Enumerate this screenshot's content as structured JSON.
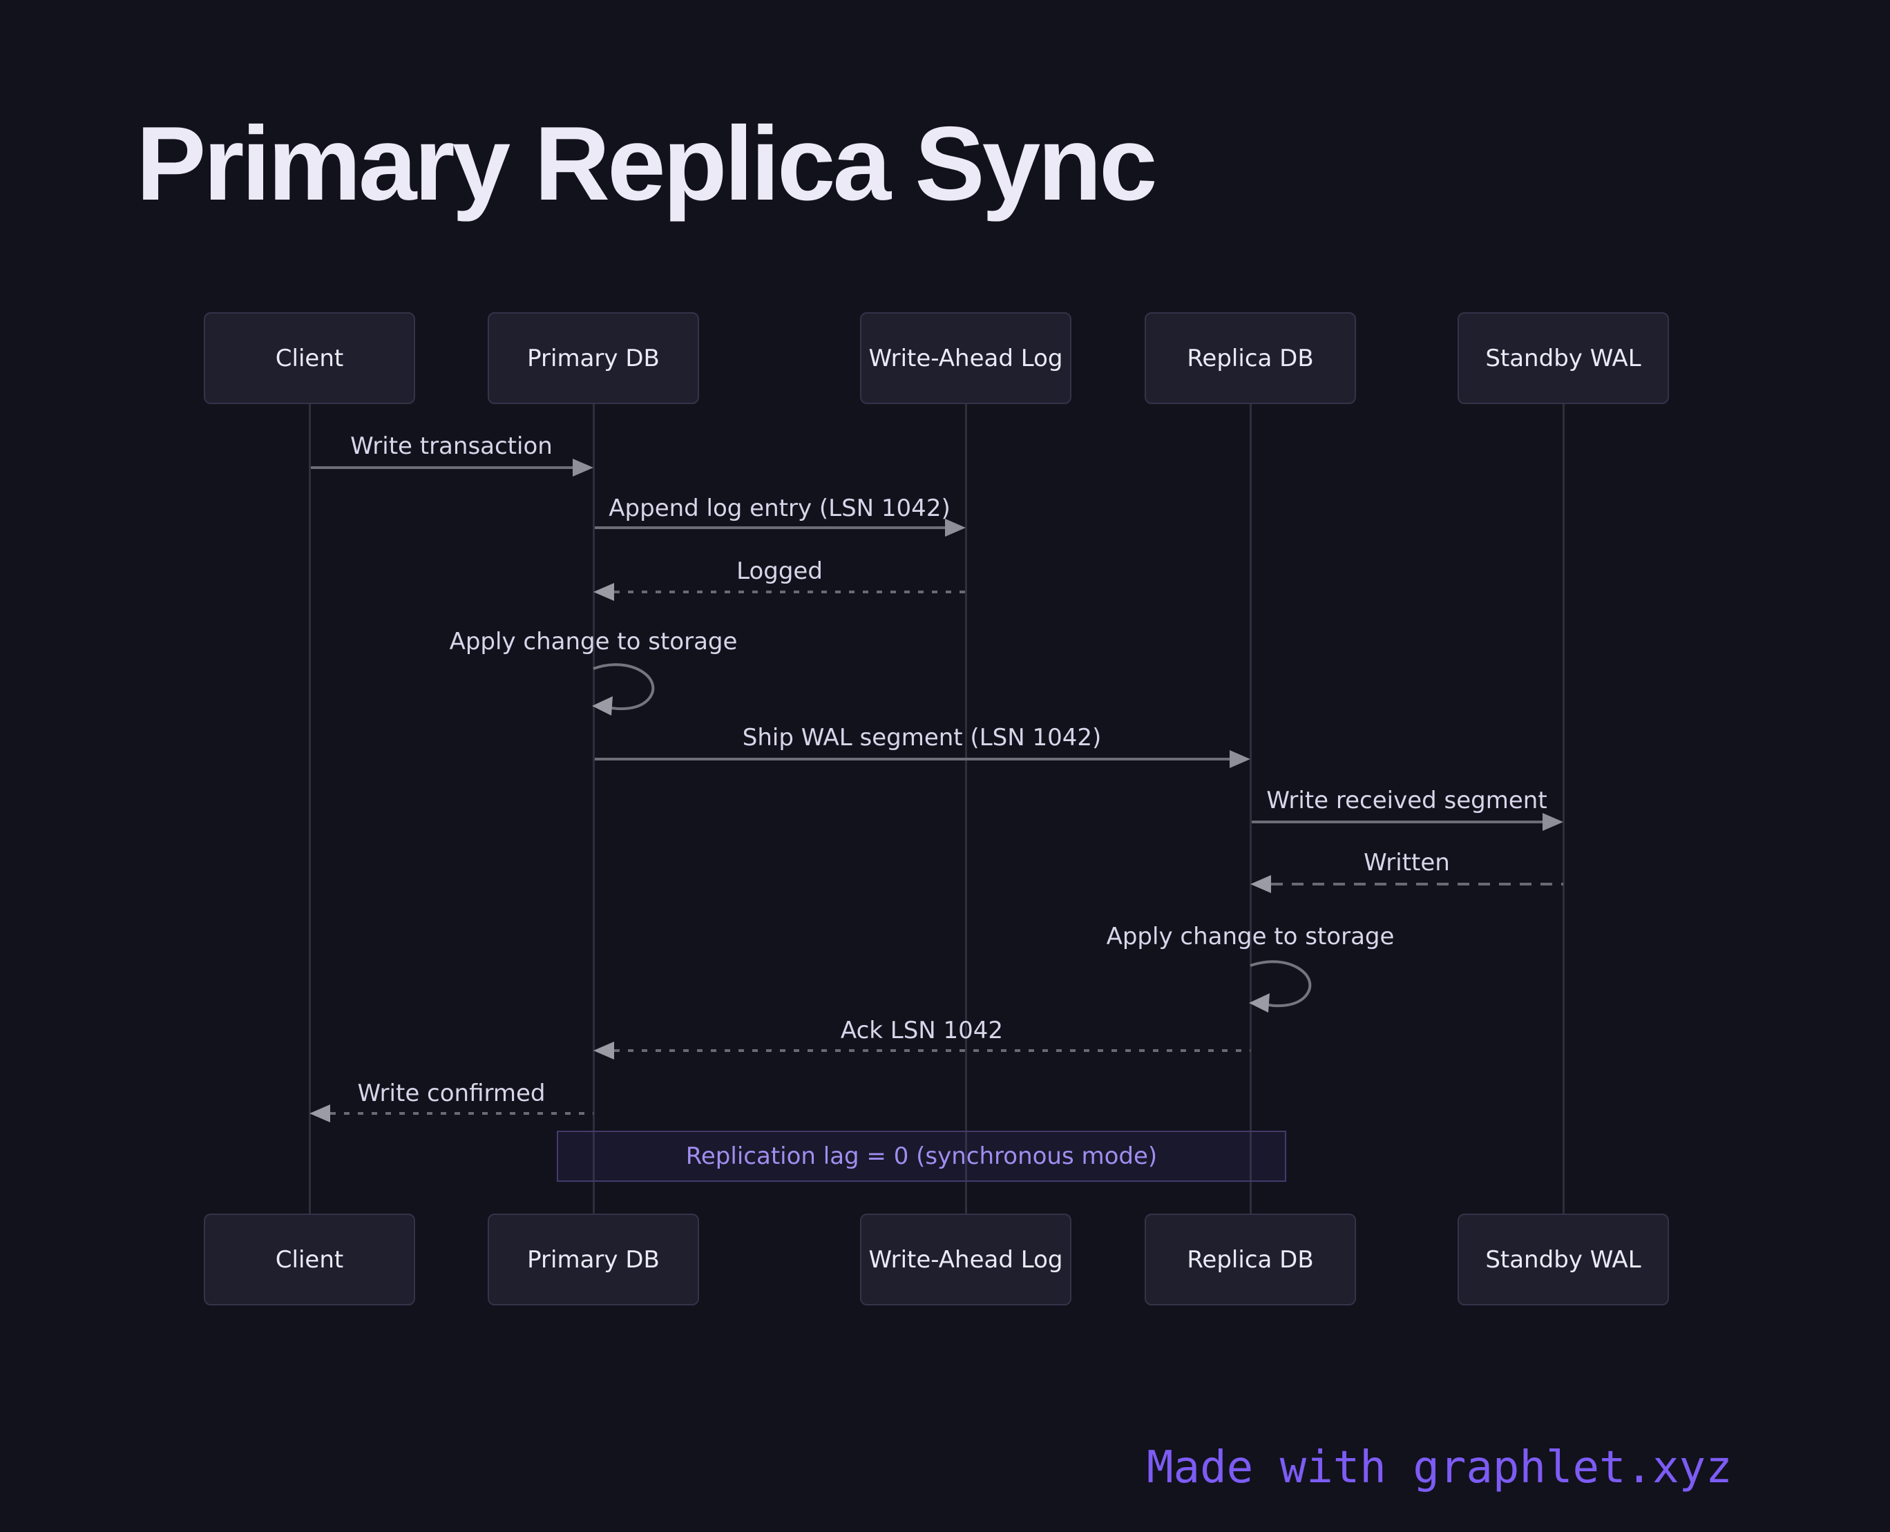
{
  "diagram": {
    "title": "Primary Replica Sync",
    "type": "sequence-diagram",
    "footer": "Made with graphlet.xyz"
  },
  "actors": [
    {
      "name": "Client"
    },
    {
      "name": "Primary DB"
    },
    {
      "name": "Write-Ahead Log"
    },
    {
      "name": "Replica DB"
    },
    {
      "name": "Standby WAL"
    }
  ],
  "messages": [
    {
      "label": "Write transaction",
      "from": "Client",
      "to": "Primary DB",
      "line": "solid"
    },
    {
      "label": "Append log entry (LSN 1042)",
      "from": "Primary DB",
      "to": "Write-Ahead Log",
      "line": "solid"
    },
    {
      "label": "Logged",
      "from": "Write-Ahead Log",
      "to": "Primary DB",
      "line": "dotted"
    },
    {
      "label": "Apply change to storage",
      "from": "Primary DB",
      "to": "Primary DB",
      "line": "self-loop"
    },
    {
      "label": "Ship WAL segment (LSN 1042)",
      "from": "Primary DB",
      "to": "Replica DB",
      "line": "solid"
    },
    {
      "label": "Write received segment",
      "from": "Replica DB",
      "to": "Standby WAL",
      "line": "solid"
    },
    {
      "label": "Written",
      "from": "Standby WAL",
      "to": "Replica DB",
      "line": "dashed"
    },
    {
      "label": "Apply change to storage",
      "from": "Replica DB",
      "to": "Replica DB",
      "line": "self-loop"
    },
    {
      "label": "Ack LSN 1042",
      "from": "Replica DB",
      "to": "Primary DB",
      "line": "dotted"
    },
    {
      "label": "Write confirmed",
      "from": "Primary DB",
      "to": "Client",
      "line": "dotted"
    }
  ],
  "note": {
    "text": "Replication lag = 0 (synchronous mode)",
    "over": [
      "Primary DB",
      "Replica DB"
    ]
  },
  "colors": {
    "background": "#12121c",
    "actor_box_fill": "#1f1f2d",
    "actor_box_border": "#33334a",
    "actor_text": "#eceaf6",
    "lifeline": "#2e2e3d",
    "arrow_line": "#6d6d79",
    "arrowhead": "#8f8f9a",
    "message_text": "#d9d5ea",
    "note_border": "#45396b",
    "note_text": "#a08ef0",
    "title_text": "#edeaf7",
    "footer_text": "#7d5cf5"
  }
}
